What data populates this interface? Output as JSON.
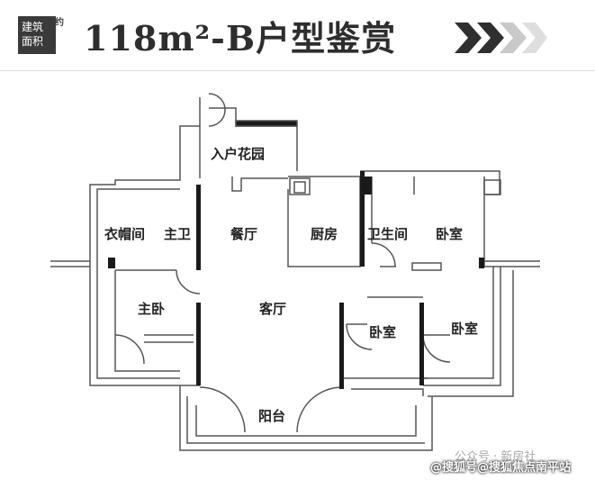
{
  "header": {
    "badge_line1": "建筑",
    "badge_line2": "面积",
    "badge_sup": "约",
    "title": "118m²-B户型鉴赏"
  },
  "rooms": {
    "entry_garden": "入户花园",
    "closet": "衣帽间",
    "master_bath": "主卫",
    "dining": "餐厅",
    "kitchen": "厨房",
    "bathroom": "卫生间",
    "bedroom_ne": "卧室",
    "master_bedroom": "主卧",
    "living": "客厅",
    "bedroom_mid": "卧室",
    "bedroom_se": "卧室",
    "balcony": "阳台"
  },
  "watermarks": {
    "wechat": "公众号 · 新房社",
    "sohu": "@搜狐号@搜狐焦点南平站"
  },
  "colors": {
    "wall": "#1a1a1a",
    "line": "#555555",
    "chevron_dark": "#2f2f2f",
    "chevron_light": "#c9c9c9"
  }
}
